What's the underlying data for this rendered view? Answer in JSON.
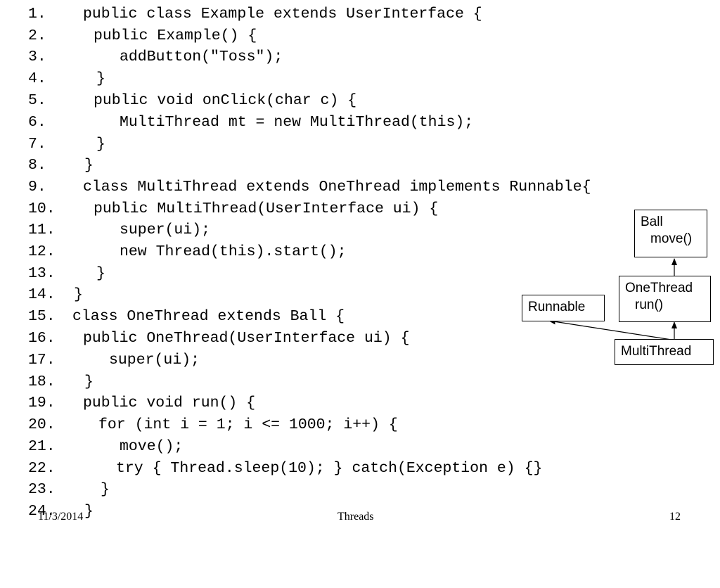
{
  "code": {
    "lines": [
      {
        "num": "1.",
        "text": "public class Example extends UserInterface {"
      },
      {
        "num": "2.",
        "text": "public Example() {"
      },
      {
        "num": "3.",
        "text": "addButton(\"Toss\");"
      },
      {
        "num": "4.",
        "text": "}"
      },
      {
        "num": "5.",
        "text": "public void onClick(char c) {"
      },
      {
        "num": "6.",
        "text": "MultiThread mt = new MultiThread(this);"
      },
      {
        "num": "7.",
        "text": "}"
      },
      {
        "num": "8.",
        "text": "}"
      },
      {
        "num": "9.",
        "text": "class MultiThread extends OneThread implements Runnable{"
      },
      {
        "num": "10.",
        "text": "public MultiThread(UserInterface ui) {"
      },
      {
        "num": "11.",
        "text": "super(ui);"
      },
      {
        "num": "12.",
        "text": "new Thread(this).start();"
      },
      {
        "num": "13.",
        "text": "}"
      },
      {
        "num": "14.",
        "text": "}"
      },
      {
        "num": "15.",
        "text": "class OneThread extends Ball {"
      },
      {
        "num": "16.",
        "text": "public OneThread(UserInterface ui) {"
      },
      {
        "num": "17.",
        "text": "super(ui);"
      },
      {
        "num": "18.",
        "text": "}"
      },
      {
        "num": "19.",
        "text": "public void run() {"
      },
      {
        "num": "20.",
        "text": "for (int i = 1; i <= 1000; i++) {"
      },
      {
        "num": "21.",
        "text": "move();"
      },
      {
        "num": "22.",
        "text": "try { Thread.sleep(10); } catch(Exception e) {}"
      },
      {
        "num": "23.",
        "text": "}"
      },
      {
        "num": "24.",
        "text": "}"
      }
    ]
  },
  "diagram": {
    "ball": {
      "title": "Ball",
      "method": "move()"
    },
    "one_thread": {
      "title": "OneThread",
      "method": "run()"
    },
    "runnable": {
      "title": "Runnable"
    },
    "multi_thread": {
      "title": "MultiThread"
    }
  },
  "footer": {
    "date": "11/3/2014",
    "title": "Threads",
    "page": "12"
  }
}
